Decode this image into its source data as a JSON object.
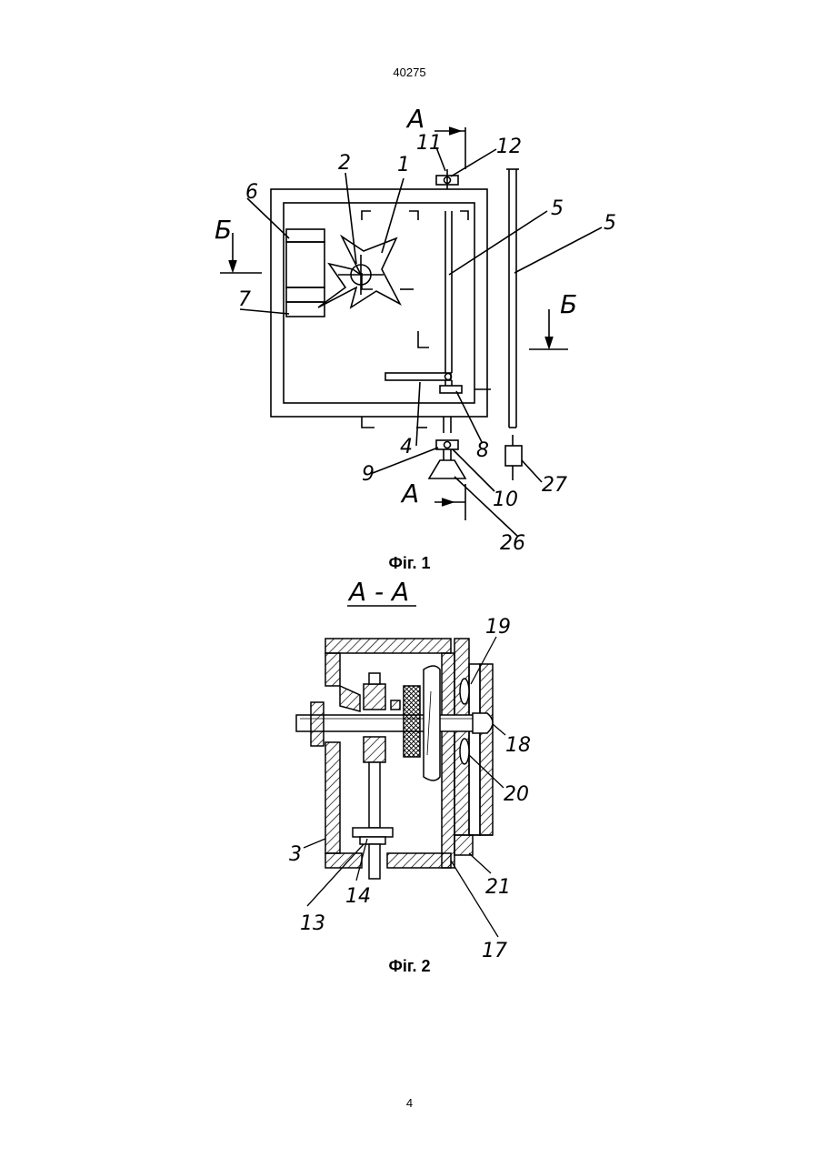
{
  "document": {
    "patent_number": "40275",
    "page_number": "4"
  },
  "figure1": {
    "caption": "Фіг. 1",
    "section_mark_A": "А",
    "section_mark_B": "Б",
    "labels": [
      "1",
      "2",
      "4",
      "5",
      "5",
      "6",
      "7",
      "8",
      "9",
      "10",
      "11",
      "12",
      "26",
      "27"
    ]
  },
  "figure2": {
    "caption": "Фіг. 2",
    "section_title": "А - А",
    "labels": [
      "3",
      "13",
      "14",
      "17",
      "18",
      "19",
      "20",
      "21"
    ]
  }
}
